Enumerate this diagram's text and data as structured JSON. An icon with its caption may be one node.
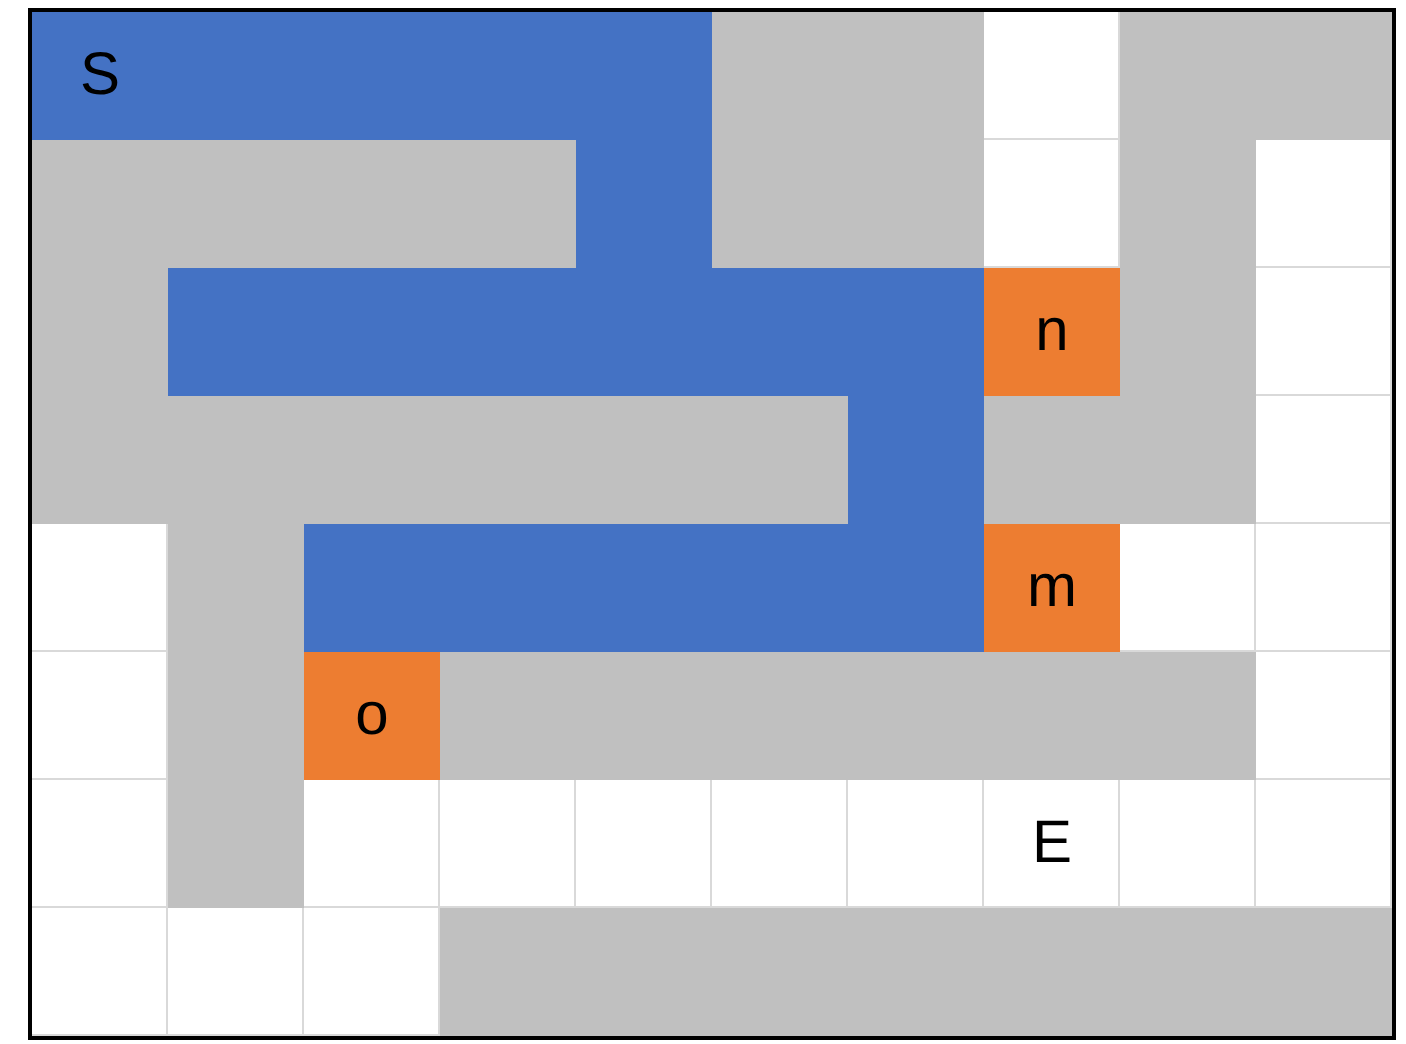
{
  "diagram": {
    "nodes": [
      {
        "text": [
          "S"
        ]
      },
      {
        "text": [
          "n"
        ]
      },
      {
        "text": [
          "m"
        ]
      },
      {
        "text": [
          "o"
        ]
      },
      {
        "text": [
          "E"
        ]
      }
    ]
  }
}
